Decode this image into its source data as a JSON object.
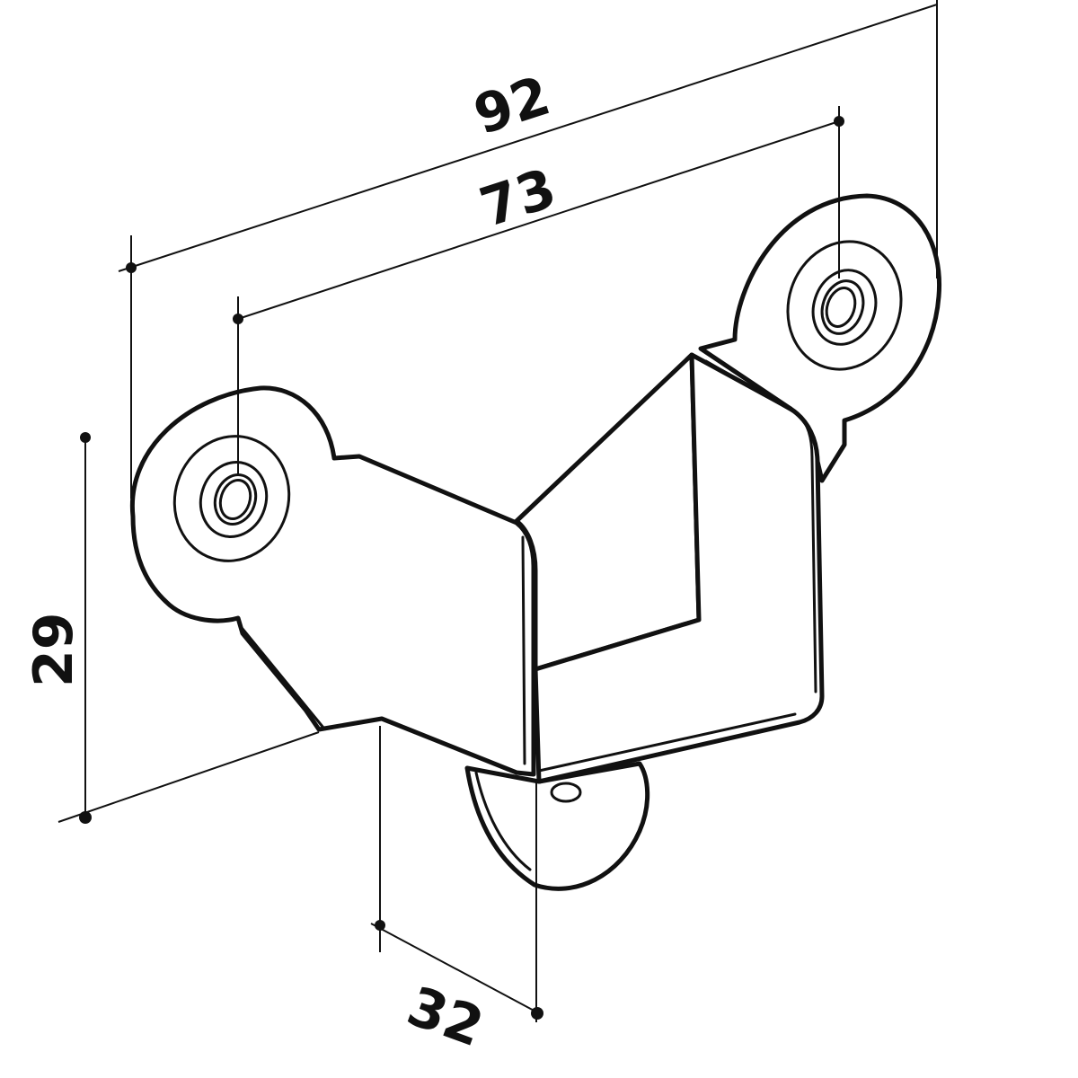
{
  "dimensions": {
    "overall_length": "92",
    "hole_spacing": "73",
    "height": "29",
    "width": "32"
  }
}
